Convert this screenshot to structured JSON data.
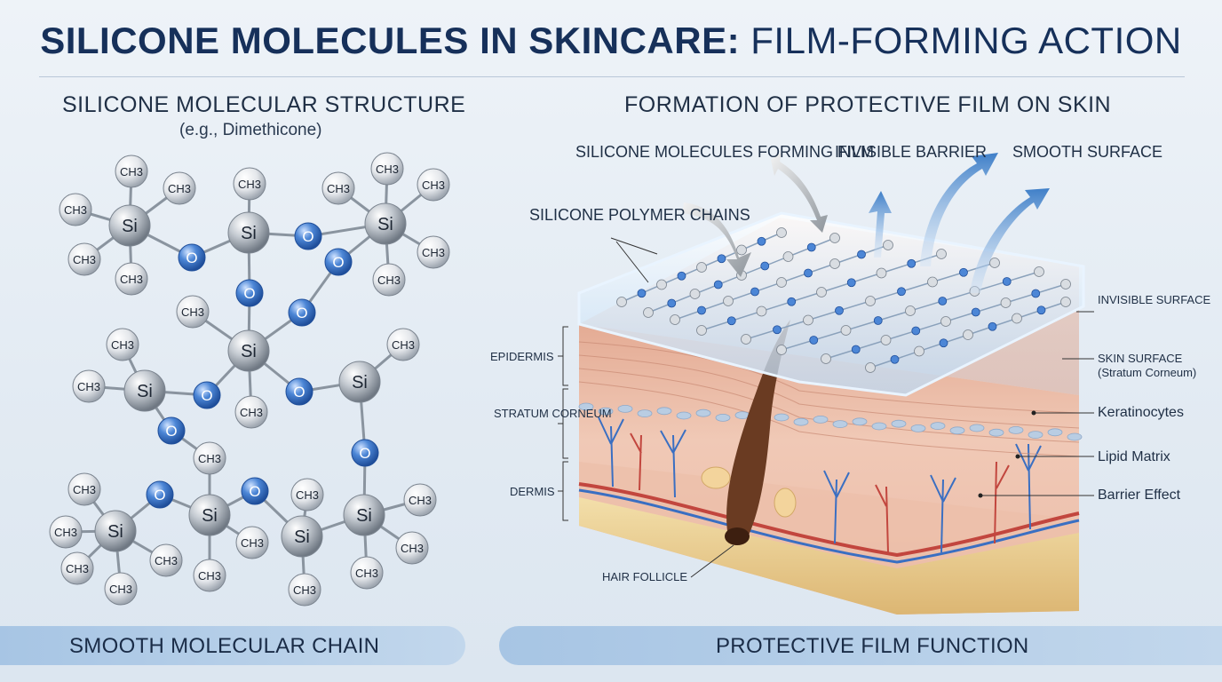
{
  "title": {
    "bold": "SILICONE MOLECULES IN SKINCARE:",
    "light": "FILM-FORMING ACTION"
  },
  "left_panel": {
    "heading": "SILICONE MOLECULAR STRUCTURE",
    "subheading": "(e.g., Dimethicone)",
    "atoms": {
      "si": "Si",
      "o": "O",
      "ch3": "CH3"
    },
    "footer": "SMOOTH MOLECULAR CHAIN"
  },
  "right_panel": {
    "heading": "FORMATION OF PROTECTIVE FILM ON SKIN",
    "callouts": {
      "forming_film": "SILICONE MOLECULES FORMING FILM",
      "invisible_barrier": "INVISIBLE BARRIER",
      "smooth_surface": "SMOOTH SURFACE",
      "polymer_chains": "SILICONE POLYMER CHAINS"
    },
    "left_labels": {
      "epidermis": "EPIDERMIS",
      "stratum": "STRATUM CORNEUM",
      "dermis": "DERMIS",
      "hair": "HAIR FOLLICLE"
    },
    "right_labels": {
      "invisible_surface": "INVISIBLE SURFACE",
      "skin_surface": "SKIN SURFACE",
      "skin_surface_sub": "(Stratum Corneum)",
      "keratinocytes": "Keratinocytes",
      "lipid_matrix": "Lipid Matrix",
      "barrier_effect": "Barrier Effect"
    },
    "footer": "PROTECTIVE FILM FUNCTION"
  },
  "colors": {
    "oxygen": "#3f78c8",
    "silicon": "#9aa3ae",
    "skin": "#e8b9a3",
    "fat": "#efd49a",
    "film": "#cfe4f7"
  }
}
